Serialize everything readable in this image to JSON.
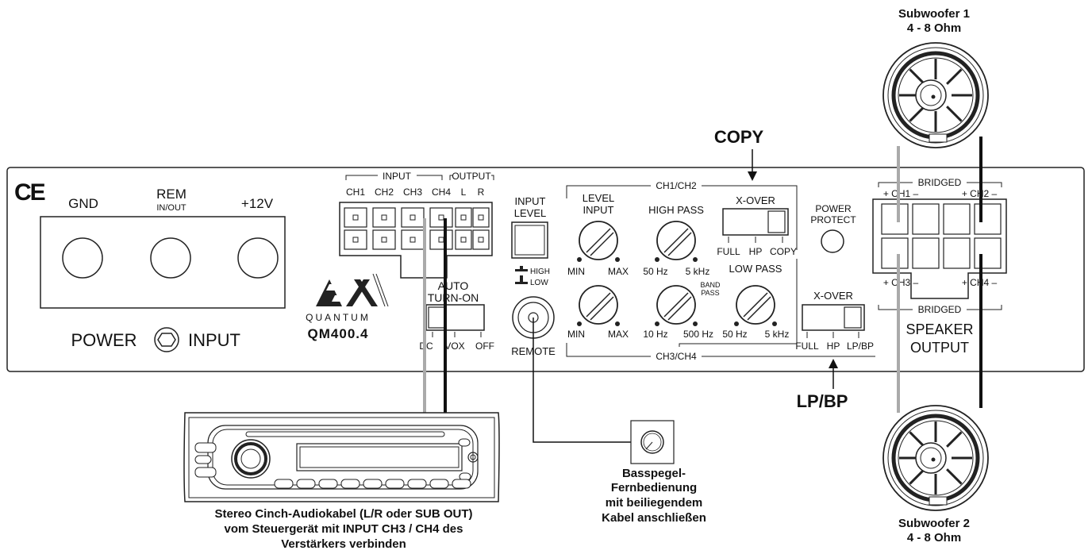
{
  "ce_mark": "CE",
  "power": {
    "gnd": "GND",
    "rem": "REM",
    "rem_sub": "IN/OUT",
    "plus12": "+12V",
    "footer_left": "POWER",
    "footer_right": "INPUT"
  },
  "io": {
    "input": "INPUT",
    "output": "OUTPUT",
    "channels": [
      "CH1",
      "CH2",
      "CH3",
      "CH4",
      "L",
      "R"
    ]
  },
  "brand": {
    "logo": "ESX",
    "sub": "QUANTUM",
    "model": "QM400.4"
  },
  "auto_turn_on": {
    "line1": "AUTO",
    "line2": "TURN-ON",
    "options": [
      "DC",
      "VOX",
      "OFF"
    ]
  },
  "input_level": {
    "line1": "INPUT",
    "line2": "LEVEL",
    "high": "HIGH",
    "low": "LOW",
    "remote": "REMOTE"
  },
  "controls": {
    "ch12": "CH1/CH2",
    "ch34": "CH3/CH4",
    "level_input_1": "LEVEL",
    "level_input_2": "INPUT",
    "min": "MIN",
    "max": "MAX",
    "high_pass": "HIGH PASS",
    "low_pass": "LOW PASS",
    "band_pass_1": "BAND",
    "band_pass_2": "PASS",
    "hz50": "50 Hz",
    "khz5": "5 kHz",
    "hz10": "10 Hz",
    "hz500": "500 Hz",
    "xover": "X-OVER",
    "xover_top_options": [
      "FULL",
      "HP",
      "COPY"
    ],
    "xover_bottom_options": [
      "FULL",
      "HP",
      "LP/BP"
    ]
  },
  "power_protect": {
    "line1": "POWER",
    "line2": "PROTECT"
  },
  "speaker": {
    "bridged": "BRIDGED",
    "ch1": "+ CH1 –",
    "ch2": "+ CH2 –",
    "ch3": "+ CH3 –",
    "ch4": "+ CH4 –",
    "output_1": "SPEAKER",
    "output_2": "OUTPUT"
  },
  "callouts": {
    "copy": "COPY",
    "lpbp": "LP/BP"
  },
  "subwoofers": {
    "sub1_name": "Subwoofer 1",
    "sub1_ohm": "4 - 8 Ohm",
    "sub2_name": "Subwoofer 2",
    "sub2_ohm": "4 - 8 Ohm"
  },
  "remote_caption": [
    "Basspegel-",
    "Fernbedienung",
    "mit beiliegendem",
    "Kabel anschließen"
  ],
  "headunit_caption": [
    "Stereo Cinch-Audiokabel (L/R oder SUB OUT)",
    "vom Steuergerät mit INPUT CH3 / CH4 des",
    "Verstärkers verbinden"
  ]
}
